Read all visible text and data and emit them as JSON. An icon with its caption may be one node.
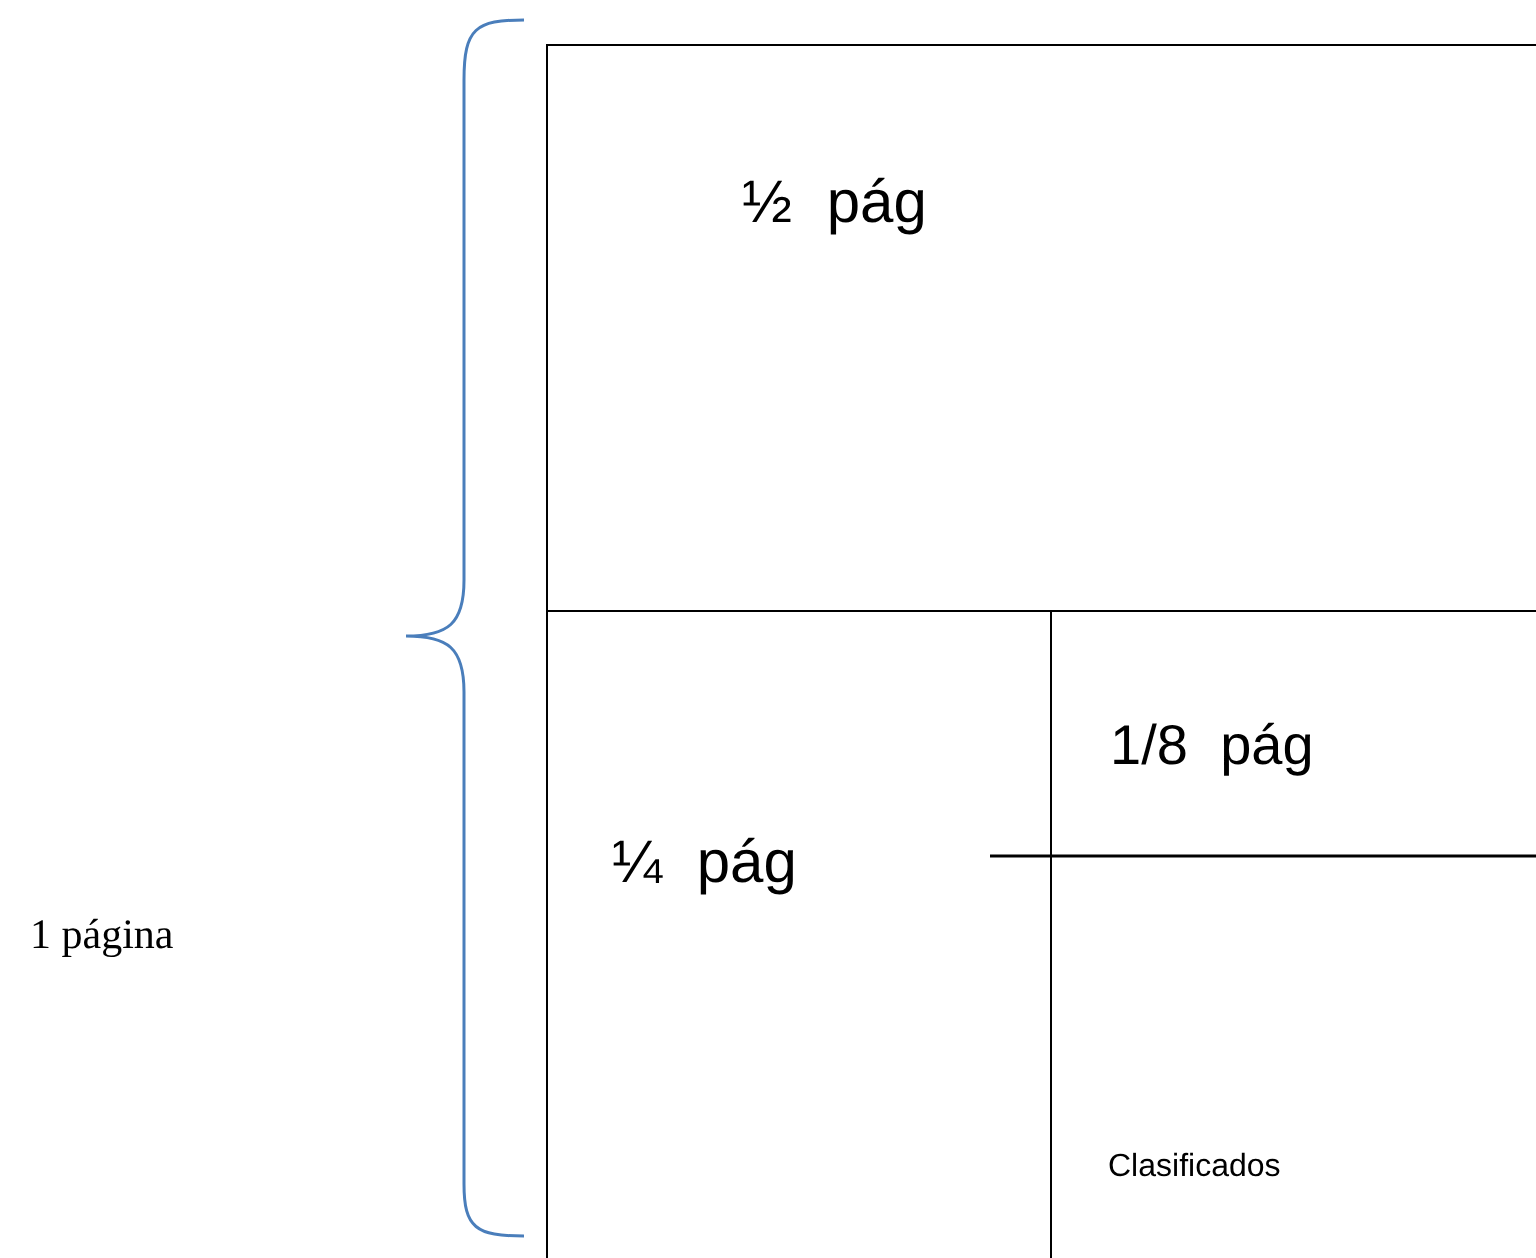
{
  "diagram": {
    "nodes": [
      {
        "text": [
          "½ pág"
        ]
      },
      {
        "text": [
          "¼ pág"
        ]
      },
      {
        "text": [
          "1/8 pág"
        ]
      },
      {
        "text": [
          "Clasificados"
        ]
      }
    ],
    "labels": [
      "1 página"
    ]
  }
}
